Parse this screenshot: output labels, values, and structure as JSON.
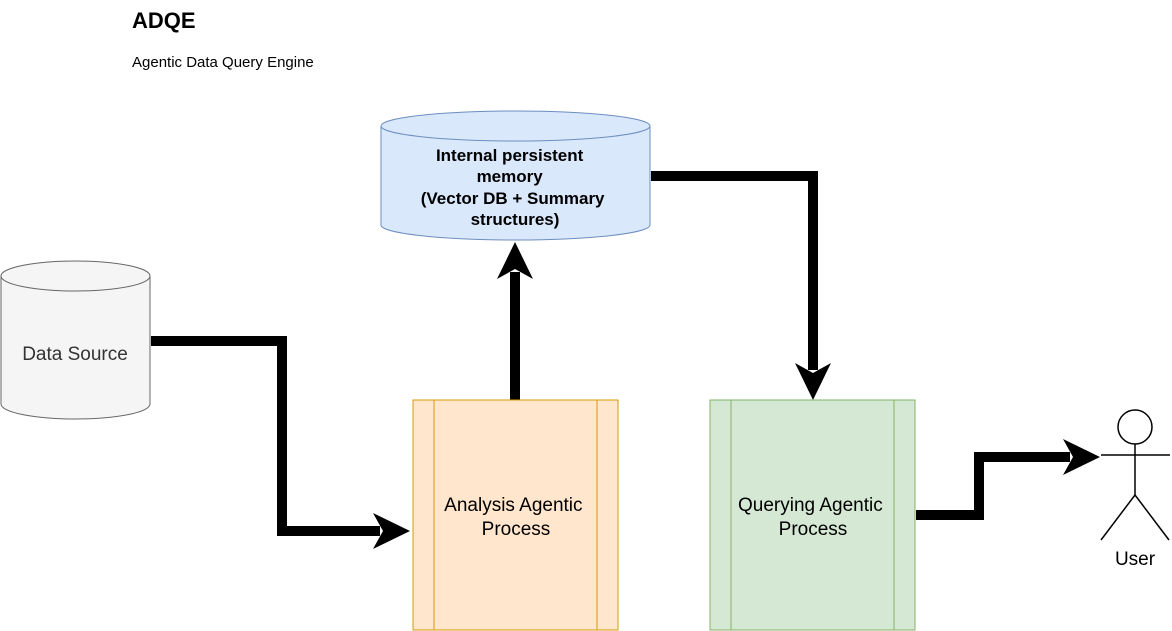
{
  "header": {
    "title": "ADQE",
    "subtitle": "Agentic Data Query Engine"
  },
  "nodes": {
    "memory": {
      "lines": [
        "Internal persistent",
        "memory",
        "(Vector DB + Summary",
        "structures)"
      ],
      "fill": "#dae8fc",
      "stroke": "#6c8ebf"
    },
    "data_source": {
      "label": "Data Source",
      "fill": "#f5f5f5",
      "stroke": "#666666",
      "text_color": "#333333"
    },
    "analysis": {
      "lines": [
        "Analysis Agentic",
        "Process"
      ],
      "fill": "#ffe6cc",
      "stroke": "#d79b00"
    },
    "querying": {
      "lines": [
        "Querying Agentic",
        "Process"
      ],
      "fill": "#d5e8d4",
      "stroke": "#82b366"
    },
    "user": {
      "label": "User"
    }
  },
  "edges": [
    {
      "from": "data_source",
      "to": "analysis"
    },
    {
      "from": "analysis",
      "to": "memory"
    },
    {
      "from": "memory",
      "to": "querying"
    },
    {
      "from": "querying",
      "to": "user"
    }
  ],
  "colors": {
    "edge": "#000000"
  }
}
